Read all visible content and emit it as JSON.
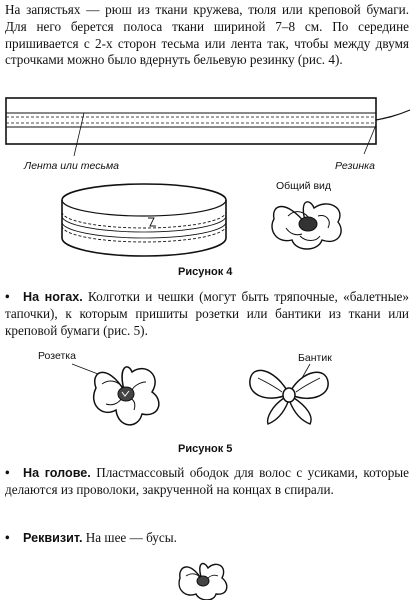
{
  "intro": {
    "text": "На запястьях — рюш из ткани кружева, тюля или креповой бумаги. Для него берется полоса ткани шириной 7–8 см. По середине пришивается с 2-х сторон тесьма или лента так, чтобы между двумя строчками можно было вдернуть бельевую резинку (рис. 4)."
  },
  "figure4": {
    "label_tape": "Лента или тесьма",
    "label_elastic": "Резинка",
    "label_overview": "Общий вид",
    "caption": "Рисунок 4"
  },
  "legs": {
    "title": "На ногах.",
    "text": "Колготки и чешки (могут быть тряпочные, «балетные» тапочки), к которым пришиты розетки или бантики из ткани или креповой бумаги (рис. 5)."
  },
  "figure5": {
    "label_rosette": "Розетка",
    "label_bow": "Бантик",
    "caption": "Рисунок 5"
  },
  "head": {
    "title": "На голове.",
    "text": "Пластмассовый ободок для волос с усиками, которые делаются из проволоки, закрученной на концах в спирали."
  },
  "props": {
    "title": "Реквизит.",
    "text": "На шее — бусы."
  },
  "bullet_symbol": "•"
}
